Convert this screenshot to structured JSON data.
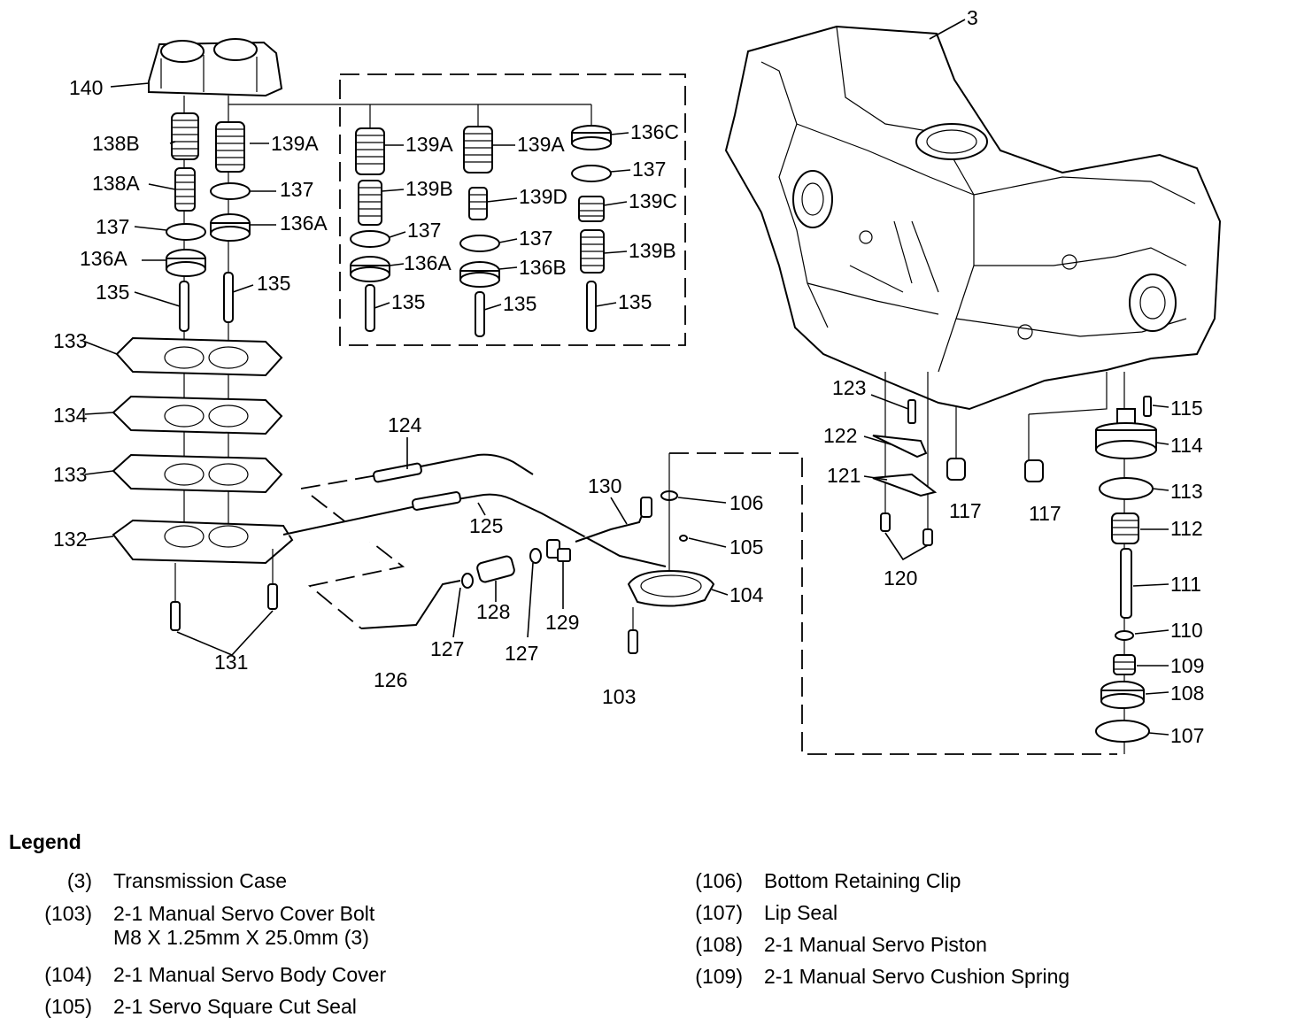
{
  "diagram": {
    "callouts": [
      "3",
      "140",
      "138B",
      "139A",
      "138A",
      "137",
      "136A",
      "135",
      "133",
      "134",
      "132",
      "131",
      "139B",
      "139D",
      "136B",
      "136C",
      "139C",
      "124",
      "125",
      "126",
      "127",
      "128",
      "129",
      "130",
      "106",
      "105",
      "104",
      "103",
      "123",
      "122",
      "121",
      "120",
      "117",
      "115",
      "114",
      "113",
      "112",
      "111",
      "110",
      "109",
      "108",
      "107"
    ]
  },
  "legend": {
    "title": "Legend",
    "left": [
      {
        "num": "(3)",
        "desc": "Transmission Case"
      },
      {
        "num": "(103)",
        "desc": "2-1 Manual Servo Cover Bolt",
        "desc2": "M8 X 1.25mm X 25.0mm (3)"
      },
      {
        "num": "(104)",
        "desc": "2-1 Manual Servo Body Cover"
      },
      {
        "num": "(105)",
        "desc": "2-1 Servo Square Cut Seal"
      }
    ],
    "right": [
      {
        "num": "(106)",
        "desc": "Bottom Retaining Clip"
      },
      {
        "num": "(107)",
        "desc": "Lip Seal"
      },
      {
        "num": "(108)",
        "desc": "2-1 Manual Servo Piston"
      },
      {
        "num": "(109)",
        "desc": "2-1 Manual Servo Cushion Spring"
      }
    ]
  }
}
